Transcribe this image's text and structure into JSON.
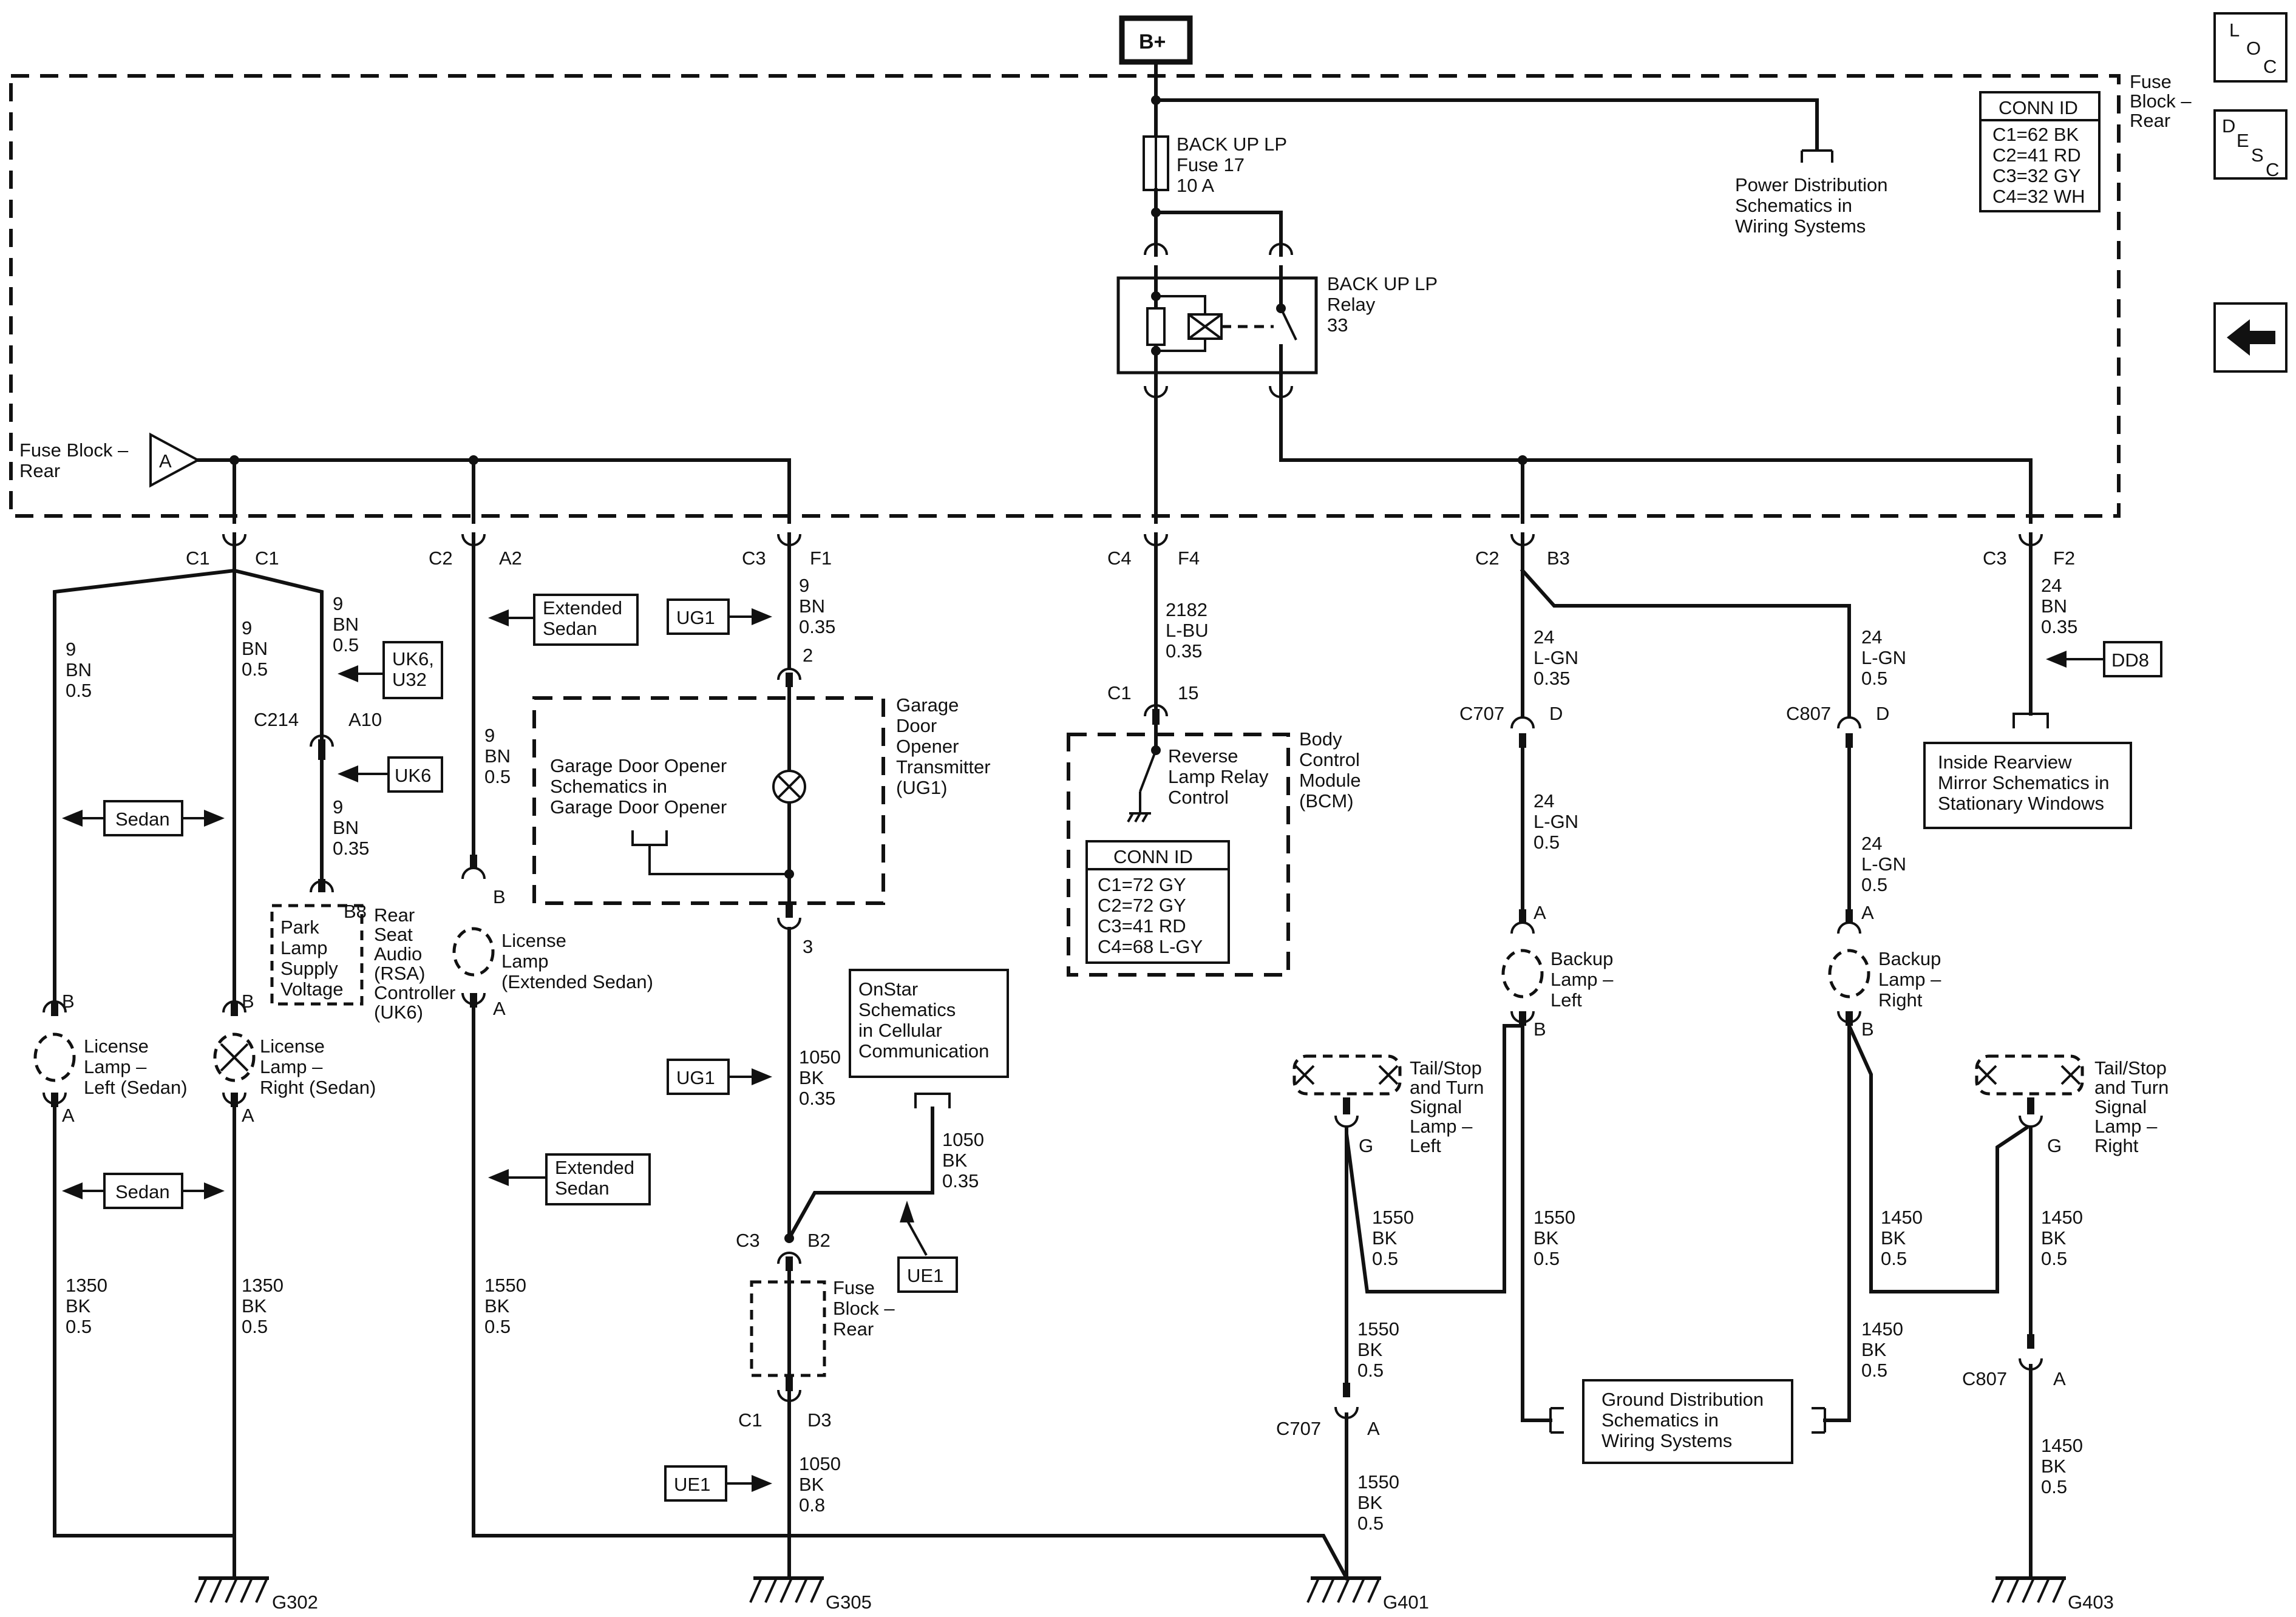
{
  "battery": "B+",
  "nav": {
    "loc": [
      "L",
      "O",
      "C"
    ],
    "desc": [
      "D",
      "E",
      "S",
      "C"
    ],
    "back_icon": "left-arrow-icon"
  },
  "fuse_block_rear": {
    "label_top": [
      "Fuse",
      "Block –",
      "Rear"
    ],
    "label_left": [
      "Fuse Block –",
      "Rear"
    ],
    "source_letter": "A",
    "conn_id": {
      "title": "CONN ID",
      "rows": [
        "C1=62 BK",
        "C2=41 RD",
        "C3=32 GY",
        "C4=32 WH"
      ]
    }
  },
  "fuse": [
    "BACK UP LP",
    "Fuse 17",
    "10 A"
  ],
  "relay": [
    "BACK UP LP",
    "Relay",
    "33"
  ],
  "power_dist": [
    "Power Distribution",
    "Schematics in",
    "Wiring Systems"
  ],
  "wires": {
    "c1_left": [
      "9",
      "BN",
      "0.5"
    ],
    "c1_mid": [
      "9",
      "BN",
      "0.5"
    ],
    "c1_uk6": [
      "9",
      "BN",
      "0.5"
    ],
    "rsa_feed": [
      "9",
      "BN",
      "0.35"
    ],
    "a2": [
      "9",
      "BN",
      "0.5"
    ],
    "f1": [
      "9",
      "BN",
      "0.35"
    ],
    "f4": [
      "2182",
      "L-BU",
      "0.35"
    ],
    "b3_left_top": [
      "24",
      "L-GN",
      "0.35"
    ],
    "b3_right_top": [
      "24",
      "L-GN",
      "0.5"
    ],
    "c707_down": [
      "24",
      "L-GN",
      "0.5"
    ],
    "c807_down": [
      "24",
      "L-GN",
      "0.5"
    ],
    "f2": [
      "24",
      "BN",
      "0.35"
    ],
    "gnd_ll": [
      "1350",
      "BK",
      "0.5"
    ],
    "gnd_lr": [
      "1350",
      "BK",
      "0.5"
    ],
    "gnd_ext": [
      "1550",
      "BK",
      "0.5"
    ],
    "gdo_3": [
      "1050",
      "BK",
      "0.35"
    ],
    "onstar": [
      "1050",
      "BK",
      "0.35"
    ],
    "d3": [
      "1050",
      "BK",
      "0.8"
    ],
    "tail_l_g": [
      "1550",
      "BK",
      "0.5"
    ],
    "backup_l_b": [
      "1550",
      "BK",
      "0.5"
    ],
    "c707_up": [
      "1550",
      "BK",
      "0.5"
    ],
    "c707_down_g": [
      "1550",
      "BK",
      "0.5"
    ],
    "backup_r_b": [
      "1450",
      "BK",
      "0.5"
    ],
    "tail_r_g": [
      "1450",
      "BK",
      "0.5"
    ],
    "c807_r_low": [
      "1450",
      "BK",
      "0.5"
    ],
    "c807_a_down": [
      "1450",
      "BK",
      "0.5"
    ]
  },
  "connectors": {
    "c1_a": "C1",
    "c1_b": "C1",
    "c2_a2": [
      "C2",
      "A2"
    ],
    "c3_f1": [
      "C3",
      "F1"
    ],
    "c4_f4": [
      "C4",
      "F4"
    ],
    "c2_b3": [
      "C2",
      "B3"
    ],
    "c3_f2": [
      "C3",
      "F2"
    ],
    "c214_a10": [
      "C214",
      "A10"
    ],
    "b8": "B8",
    "pin2": "2",
    "pin3": "3",
    "bcm_c1_15": [
      "C1",
      "15"
    ],
    "c707_d": [
      "C707",
      "D"
    ],
    "c807_d": [
      "C807",
      "D"
    ],
    "c3_b2": [
      "C3",
      "B2"
    ],
    "c1_d3": [
      "C1",
      "D3"
    ],
    "c707_a": [
      "C707",
      "A"
    ],
    "c807_a": [
      "C807",
      "A"
    ],
    "pin_b_left": "B",
    "pin_a_left": "A",
    "pin_b_mid": "B",
    "pin_a_mid": "A",
    "pin_b_ext": "B",
    "pin_a_ext": "A",
    "pin_a_bl": "A",
    "pin_b_bl": "B",
    "pin_a_br": "A",
    "pin_b_br": "B",
    "pin_g_l": "G",
    "pin_g_r": "G"
  },
  "options": {
    "sedan_1": "Sedan",
    "sedan_2": "Sedan",
    "ext_sedan_1": [
      "Extended",
      "Sedan"
    ],
    "ext_sedan_2": [
      "Extended",
      "Sedan"
    ],
    "uk6_u32": [
      "UK6,",
      "U32"
    ],
    "uk6": "UK6",
    "ug1_1": "UG1",
    "ug1_2": "UG1",
    "ue1_1": "UE1",
    "ue1_2": "UE1",
    "dd8": "DD8"
  },
  "components": {
    "license_left": [
      "License",
      "Lamp –",
      "Left (Sedan)"
    ],
    "license_right": [
      "License",
      "Lamp –",
      "Right (Sedan)"
    ],
    "license_ext": [
      "License",
      "Lamp",
      "(Extended Sedan)"
    ],
    "park_lamp": [
      "Park",
      "Lamp",
      "Supply",
      "Voltage"
    ],
    "rsa": [
      "Rear",
      "Seat",
      "Audio",
      "(RSA)",
      "Controller",
      "(UK6)"
    ],
    "gdo_schem": [
      "Garage Door Opener",
      "Schematics in",
      "Garage Door Opener"
    ],
    "gdo_tx": [
      "Garage",
      "Door",
      "Opener",
      "Transmitter",
      "(UG1)"
    ],
    "onstar": [
      "OnStar",
      "Schematics",
      "in Cellular",
      "Communication"
    ],
    "fuse_block_inline": [
      "Fuse",
      "Block –",
      "Rear"
    ],
    "reverse_relay": [
      "Reverse",
      "Lamp Relay",
      "Control"
    ],
    "bcm": [
      "Body",
      "Control",
      "Module",
      "(BCM)"
    ],
    "bcm_conn": {
      "title": "CONN ID",
      "rows": [
        "C1=72 GY",
        "C2=72 GY",
        "C3=41 RD",
        "C4=68 L-GY"
      ]
    },
    "backup_left": [
      "Backup",
      "Lamp –",
      "Left"
    ],
    "backup_right": [
      "Backup",
      "Lamp –",
      "Right"
    ],
    "tail_left": [
      "Tail/Stop",
      "and Turn",
      "Signal",
      "Lamp –",
      "Left"
    ],
    "tail_right": [
      "Tail/Stop",
      "and Turn",
      "Signal",
      "Lamp –",
      "Right"
    ],
    "ground_dist": [
      "Ground Distribution",
      "Schematics in",
      "Wiring Systems"
    ],
    "mirror": [
      "Inside Rearview",
      "Mirror Schematics in",
      "Stationary Windows"
    ]
  },
  "grounds": {
    "g302": "G302",
    "g305": "G305",
    "g401": "G401",
    "g403": "G403"
  }
}
